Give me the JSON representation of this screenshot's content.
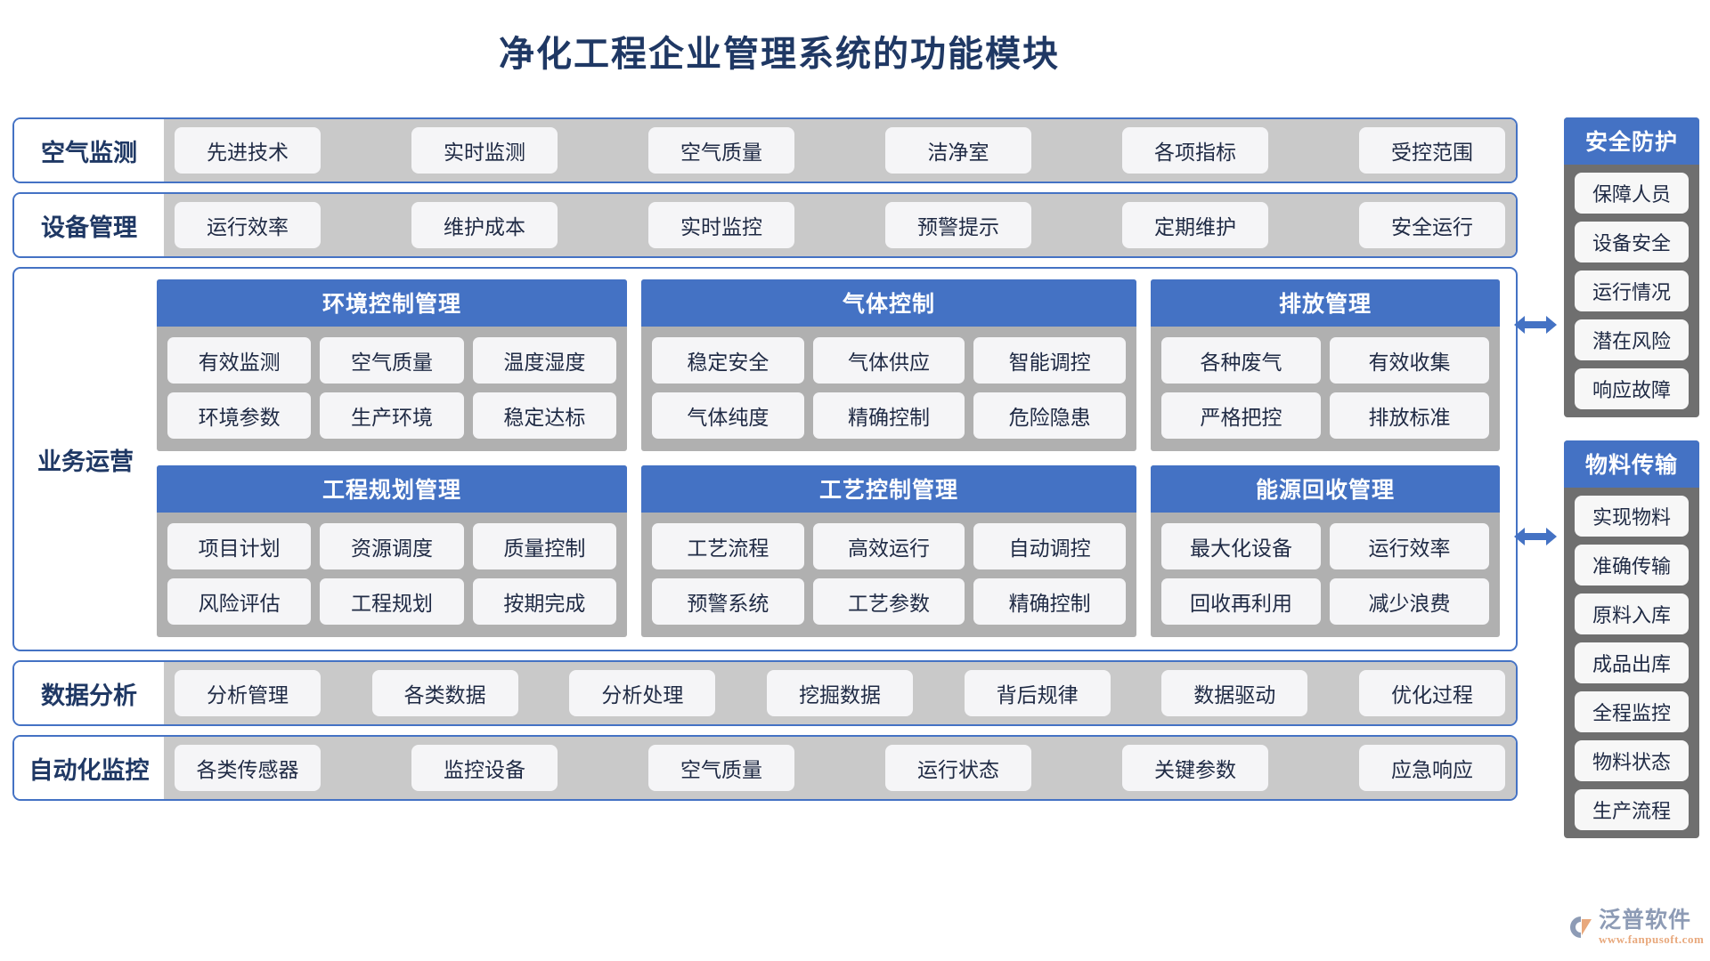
{
  "title": "净化工程企业管理系统的功能模块",
  "bands": [
    {
      "label": "空气监测",
      "chips": [
        "先进技术",
        "实时监测",
        "空气质量",
        "洁净室",
        "各项指标",
        "受控范围"
      ]
    },
    {
      "label": "设备管理",
      "chips": [
        "运行效率",
        "维护成本",
        "实时监控",
        "预警提示",
        "定期维护",
        "安全运行"
      ]
    }
  ],
  "operations": {
    "label": "业务运营",
    "modules_row1": [
      {
        "title": "环境控制管理",
        "cells": [
          "有效监测",
          "空气质量",
          "温度湿度",
          "环境参数",
          "生产环境",
          "稳定达标"
        ]
      },
      {
        "title": "气体控制",
        "cells": [
          "稳定安全",
          "气体供应",
          "智能调控",
          "气体纯度",
          "精确控制",
          "危险隐患"
        ]
      },
      {
        "title": "排放管理",
        "cells": [
          "各种废气",
          "有效收集",
          "严格把控",
          "排放标准"
        ]
      }
    ],
    "modules_row2": [
      {
        "title": "工程规划管理",
        "cells": [
          "项目计划",
          "资源调度",
          "质量控制",
          "风险评估",
          "工程规划",
          "按期完成"
        ]
      },
      {
        "title": "工艺控制管理",
        "cells": [
          "工艺流程",
          "高效运行",
          "自动调控",
          "预警系统",
          "工艺参数",
          "精确控制"
        ]
      },
      {
        "title": "能源回收管理",
        "cells": [
          "最大化设备",
          "运行效率",
          "回收再利用",
          "减少浪费"
        ]
      }
    ]
  },
  "bottom_bands": [
    {
      "label": "数据分析",
      "chips": [
        "分析管理",
        "各类数据",
        "分析处理",
        "挖掘数据",
        "背后规律",
        "数据驱动",
        "优化过程"
      ]
    },
    {
      "label": "自动化监控",
      "chips": [
        "各类传感器",
        "监控设备",
        "空气质量",
        "运行状态",
        "关键参数",
        "应急响应"
      ]
    }
  ],
  "sidebar": [
    {
      "title": "安全防护",
      "items": [
        "保障人员",
        "设备安全",
        "运行情况",
        "潜在风险",
        "响应故障"
      ]
    },
    {
      "title": "物料传输",
      "items": [
        "实现物料",
        "准确传输",
        "原料入库",
        "成品出库",
        "全程监控",
        "物料状态",
        "生产流程"
      ]
    }
  ],
  "logo": {
    "name": "泛普软件",
    "url": "www.fanpusoft.com"
  },
  "colors": {
    "accent_blue": "#4472c4",
    "title_navy": "#1f3864",
    "band_fill": "#c9c9c9",
    "module_fill": "#b0b0b0",
    "sidebar_fill": "#6f6f6f",
    "chip_fill": "#f5f5f7"
  }
}
